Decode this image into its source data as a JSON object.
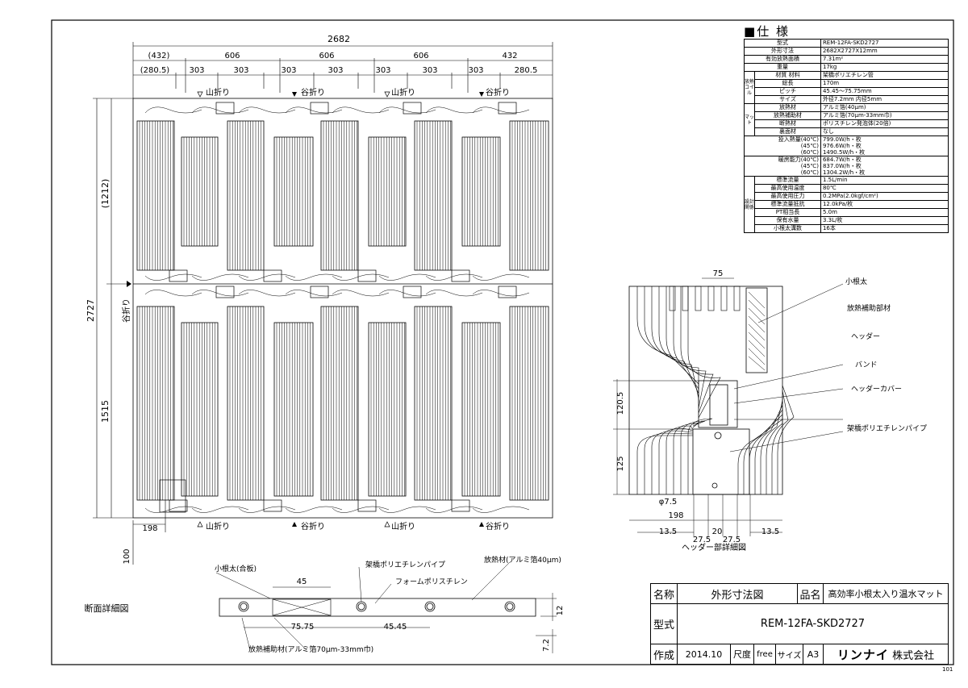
{
  "spec": {
    "title": "仕 様",
    "rows": [
      {
        "group": "",
        "key": "型式",
        "value": "REM-12FA-SKD2727"
      },
      {
        "group": "",
        "key": "外形寸法",
        "value": "2682X2727X12mm"
      },
      {
        "group": "",
        "key": "有効放熱面積",
        "value": "7.31m²"
      },
      {
        "group": "",
        "key": "重量",
        "value": "17kg"
      },
      {
        "group": "放熱コイル",
        "key": "材質 材料",
        "value": "架橋ポリエチレン管"
      },
      {
        "group": "放熱コイル",
        "key": "総長",
        "value": "170m"
      },
      {
        "group": "放熱コイル",
        "key": "ピッチ",
        "value": "45.45～75.75mm"
      },
      {
        "group": "放熱コイル",
        "key": "サイズ",
        "value": "外径7.2mm 内径5mm"
      },
      {
        "group": "マット",
        "key": "放熱材",
        "value": "アルミ箔(40μm)"
      },
      {
        "group": "マット",
        "key": "放熱補助材",
        "value": "アルミ箔(70μm-33mm巾)"
      },
      {
        "group": "マット",
        "key": "断熱材",
        "value": "ポリスチレン発泡体(20倍)"
      },
      {
        "group": "マット",
        "key": "裏面材",
        "value": "なし"
      },
      {
        "group": "",
        "key": "投入熱量(40℃)\n(45℃)\n(60℃)",
        "value": "799.0W/h・枚\n976.6W/h・枚\n1490.5W/h・枚"
      },
      {
        "group": "",
        "key": "暖房能力(40℃)\n(45℃)\n(60℃)",
        "value": "684.7W/h・枚\n837.0W/h・枚\n1304.2W/h・枚"
      },
      {
        "group": "設計関係",
        "key": "標準流量",
        "value": "1.5L/min"
      },
      {
        "group": "設計関係",
        "key": "最高使用温度",
        "value": "80℃"
      },
      {
        "group": "設計関係",
        "key": "最高使用圧力",
        "value": "0.2MPa(2.0kgf/cm²)"
      },
      {
        "group": "設計関係",
        "key": "標準流量抵抗",
        "value": "12.0kPa/枚"
      },
      {
        "group": "設計関係",
        "key": "PT相当長",
        "value": "5.0m"
      },
      {
        "group": "設計関係",
        "key": "保有水量",
        "value": "3.3L/枚"
      },
      {
        "group": "設計関係",
        "key": "小根太溝数",
        "value": "16本"
      }
    ]
  },
  "main_drawing": {
    "dim_total_width": "2682",
    "dim_row2": [
      "(432)",
      "606",
      "606",
      "606",
      "432"
    ],
    "dim_row3": [
      "(280.5)",
      "303",
      "303",
      "303",
      "303",
      "303",
      "303",
      "303",
      "280.5"
    ],
    "dim_total_height": "2727",
    "dim_upper": "(1212)",
    "dim_lower": "1515",
    "dim_bottom_left": "198",
    "dim_bottom_left_v": "100",
    "top_labels": [
      "山折り",
      "谷折り",
      "山折り",
      "谷折り"
    ],
    "bottom_labels": [
      "山折り",
      "谷折り",
      "山折り",
      "谷折り"
    ],
    "side_label": "谷折り"
  },
  "header_detail": {
    "caption": "ヘッダー部詳細図",
    "labels": [
      "小根太",
      "放熱補助部材",
      "ヘッダー",
      "バンド",
      "ヘッダーカバー",
      "架橋ポリエチレンパイプ"
    ],
    "dims": {
      "top": "75",
      "h1": "120.5",
      "h2": "125",
      "dia": "φ7.5",
      "w": "198",
      "a": "13.5",
      "b": "27.5",
      "c": "20",
      "d": "27.5",
      "e": "13.5"
    }
  },
  "section_detail": {
    "caption": "断面詳細図",
    "labels": {
      "joist": "小根太(合板)",
      "pipe": "架橋ポリエチレンパイプ",
      "foil": "放熱材(アルミ箔40μm)",
      "foam": "フォームポリスチレン",
      "aux": "放熱補助材(アルミ箔70μm-33mm巾)"
    },
    "dims": {
      "a": "45",
      "b": "75.75",
      "c": "45.45",
      "t": "12",
      "h": "7.2"
    }
  },
  "title_block": {
    "name_label": "名称",
    "name_value": "外形寸法図",
    "product_label": "品名",
    "product_value": "高効率小根太入り温水マット",
    "model_label": "型式",
    "model_value": "REM-12FA-SKD2727",
    "made_label": "作成",
    "made_value": "2014.10",
    "scale_label": "尺度",
    "scale_value": "free",
    "size_label": "サイズ",
    "size_value": "A3",
    "company_brand": "リンナイ",
    "company_suffix": "株式会社"
  },
  "sheet_number": "101"
}
